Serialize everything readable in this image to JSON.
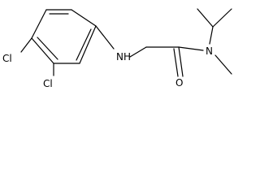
{
  "structure": {
    "atoms": {
      "cl_upper": "Cl",
      "cl_lower": "Cl",
      "nh": "NH",
      "o": "O",
      "n": "N"
    }
  },
  "colors": {
    "bond": "#000000",
    "label": "#000000",
    "background": "#ffffff"
  }
}
